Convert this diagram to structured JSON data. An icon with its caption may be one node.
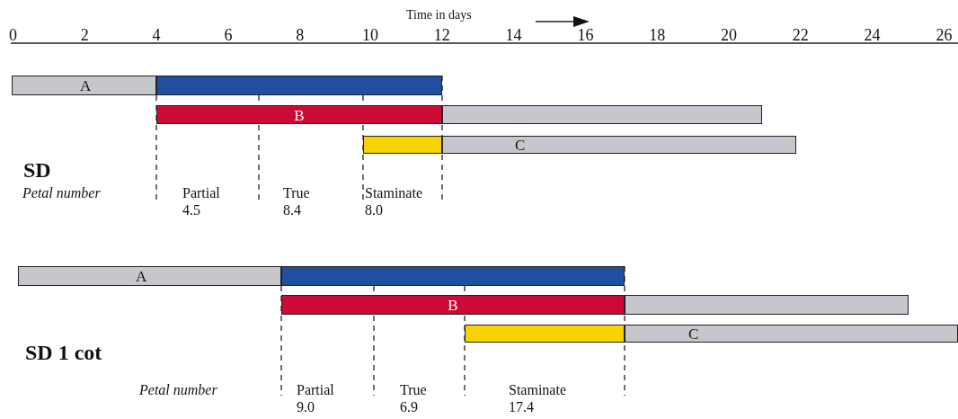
{
  "diagram": {
    "nodes": [
      {
        "text": [
          "A"
        ]
      },
      {
        "text": [],
        "shape": "bar"
      },
      {
        "text": [
          "B"
        ]
      },
      {
        "text": [],
        "shape": "bar"
      },
      {
        "text": [],
        "shape": "bar"
      },
      {
        "text": [
          "C"
        ]
      },
      {
        "text": [
          "A"
        ]
      },
      {
        "text": [],
        "shape": "bar"
      },
      {
        "text": [
          "B"
        ]
      },
      {
        "text": [],
        "shape": "bar"
      },
      {
        "text": [],
        "shape": "bar"
      },
      {
        "text": [
          "C"
        ]
      }
    ],
    "labels": [
      "Time in days",
      "0",
      "2",
      "4",
      "6",
      "8",
      "10",
      "12",
      "14",
      "16",
      "18",
      "20",
      "22",
      "24",
      "26",
      "SD",
      "Petal number",
      "Partial",
      "True",
      "Staminate",
      "4.5",
      "8.4",
      "8.0",
      "SD 1 cot",
      "Petal number",
      "Partial",
      "True",
      "Staminate",
      "9.0",
      "6.9",
      "17.4"
    ]
  }
}
